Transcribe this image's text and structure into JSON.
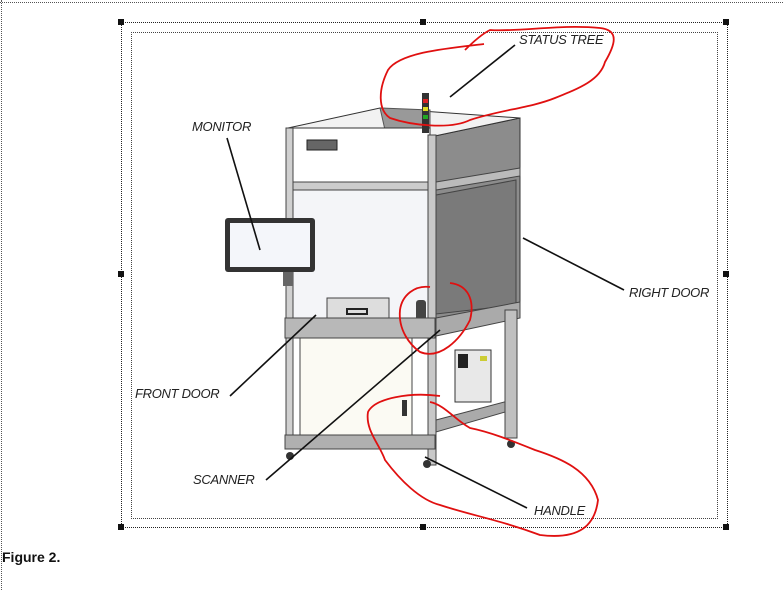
{
  "figure": {
    "labels": {
      "status_tree": "STATUS TREE",
      "monitor": "MONITOR",
      "right_door": "RIGHT DOOR",
      "front_door": "FRONT DOOR",
      "scanner": "SCANNER",
      "handle": "HANDLE"
    },
    "caption": "Figure 2.",
    "colors": {
      "annotation": "#e01010",
      "leader": "#111111"
    }
  }
}
